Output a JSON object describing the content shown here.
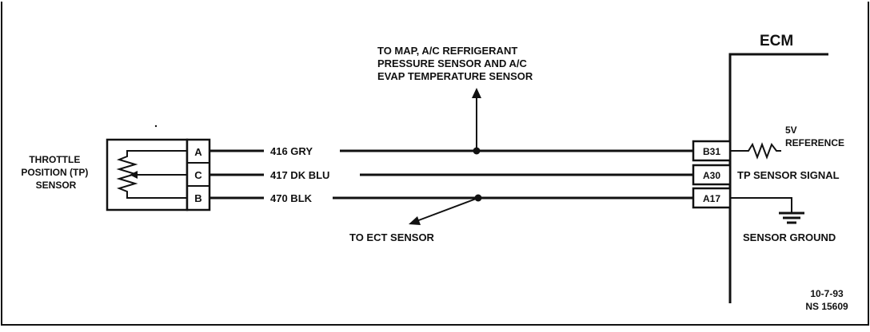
{
  "ecm": {
    "title": "ECM"
  },
  "tp_sensor": {
    "label_lines": [
      "THROTTLE",
      "POSITION (TP)",
      "SENSOR"
    ],
    "pins": [
      "A",
      "C",
      "B"
    ]
  },
  "wires": [
    {
      "label": "416 GRY"
    },
    {
      "label": "417 DK BLU"
    },
    {
      "label": "470 BLK"
    }
  ],
  "ecm_pins": [
    "B31",
    "A30",
    "A17"
  ],
  "ecm_signals": {
    "reference_lines": [
      "5V",
      "REFERENCE"
    ],
    "tp_signal": "TP SENSOR SIGNAL",
    "ground": "SENSOR GROUND"
  },
  "notes": {
    "map_lines": [
      "TO MAP, A/C REFRIGERANT",
      "PRESSURE SENSOR AND A/C",
      "EVAP TEMPERATURE SENSOR"
    ],
    "ect": "TO ECT SENSOR"
  },
  "stamp": {
    "date": "10-7-93",
    "code": "NS 15609"
  }
}
